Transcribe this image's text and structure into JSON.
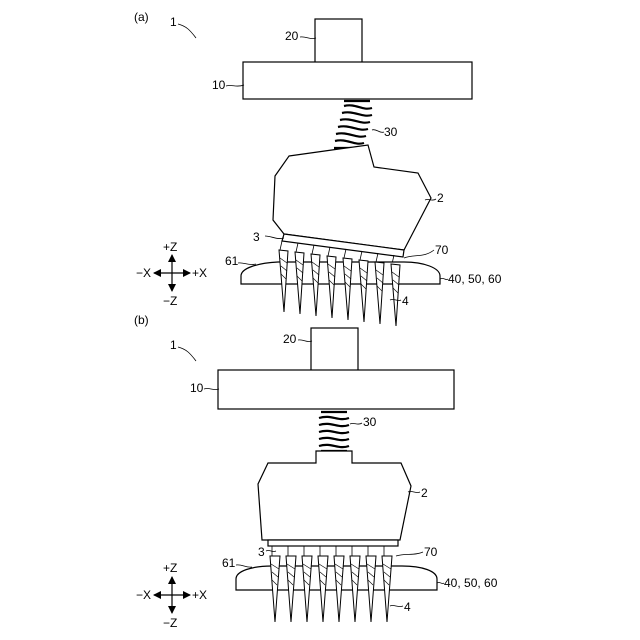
{
  "panel_a": {
    "panel_label": "(a)",
    "device_ref": "1",
    "labels": {
      "shaft": "20",
      "plate": "10",
      "spring": "30",
      "head": "2",
      "base": "3",
      "layer": "70",
      "stage": "61",
      "substrate": "40, 50, 60",
      "needles": "4"
    },
    "axes": {
      "plus_z": "+Z",
      "minus_z": "−Z",
      "plus_x": "+X",
      "minus_x": "−X"
    }
  },
  "panel_b": {
    "panel_label": "(b)",
    "device_ref": "1",
    "labels": {
      "shaft": "20",
      "plate": "10",
      "spring": "30",
      "head": "2",
      "base": "3",
      "layer": "70",
      "stage": "61",
      "substrate": "40, 50, 60",
      "needles": "4"
    },
    "axes": {
      "plus_z": "+Z",
      "minus_z": "−Z",
      "plus_x": "+X",
      "minus_x": "−X"
    }
  }
}
